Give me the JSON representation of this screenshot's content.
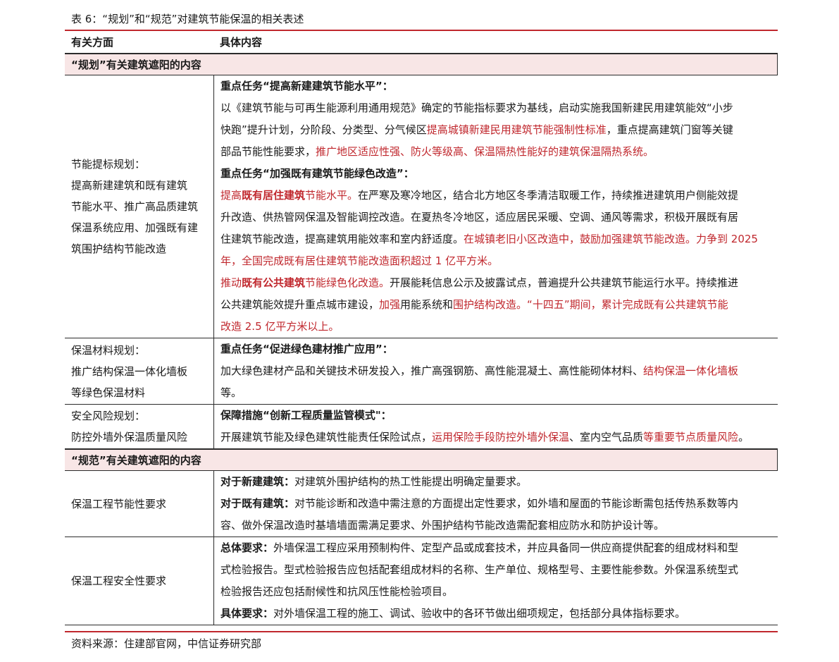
{
  "caption": "表 6：“规划”和“规范”对建筑节能保温的相关表述",
  "header": {
    "col1": "有关方面",
    "col2": "具体内容"
  },
  "sections": [
    {
      "title": "“规划”有关建筑遮阳的内容",
      "rows": [
        {
          "aspect": "节能提标规划：\n提高新建建筑和既有建筑\n节能水平、推广高品质建筑\n保温系统应用、加强既有建\n筑围护结构节能改造",
          "lines": [
            [
              {
                "t": "重点任务“提高新建建筑节能水平”：",
                "s": "b"
              }
            ],
            [
              {
                "t": "以《建筑节能与可再生能源利用通用规范》确定的节能指标要求为基线，启动实施我国新建民用建筑能效“小步",
                "s": ""
              }
            ],
            [
              {
                "t": "快跑”提升计划，分阶段、分类型、分气候区",
                "s": ""
              },
              {
                "t": "提高城镇新建民用建筑节能强制性标准",
                "s": "red"
              },
              {
                "t": "，重点提高建筑门窗等关键",
                "s": ""
              }
            ],
            [
              {
                "t": "部品节能性能要求，",
                "s": ""
              },
              {
                "t": "推广地区适应性强、防火等级高、保温隔热性能好的建筑保温隔热系统。",
                "s": "red"
              }
            ],
            [
              {
                "t": "重点任务“加强既有建筑节能绿色改造”：",
                "s": "b"
              }
            ],
            [
              {
                "t": "提高",
                "s": "red"
              },
              {
                "t": "既有居住建筑",
                "s": "b red"
              },
              {
                "t": "节能水平。",
                "s": "red"
              },
              {
                "t": "在严寒及寒冷地区，结合北方地区冬季清洁取暖工作，持续推进建筑用户侧能效提",
                "s": ""
              }
            ],
            [
              {
                "t": "升改造、供热管网保温及智能调控改造。在夏热冬冷地区，适应居民采暖、空调、通风等需求，积极开展既有居",
                "s": ""
              }
            ],
            [
              {
                "t": "住建筑节能改造，提高建筑用能效率和室内舒适度。",
                "s": ""
              },
              {
                "t": "在城镇老旧小区改造中，鼓励加强建筑节能改造。力争到 2025",
                "s": "red"
              }
            ],
            [
              {
                "t": "年，全国完成既有居住建筑节能改造面积超过 1 亿平方米。",
                "s": "red"
              }
            ],
            [
              {
                "t": "推动",
                "s": "red"
              },
              {
                "t": "既有公共建筑",
                "s": "b red"
              },
              {
                "t": "节能绿色化改造。",
                "s": "red"
              },
              {
                "t": "开展能耗信息公示及披露试点，普遍提升公共建筑节能运行水平。持续推进",
                "s": ""
              }
            ],
            [
              {
                "t": "公共建筑能效提升重点城市建设，",
                "s": ""
              },
              {
                "t": "加强",
                "s": "red"
              },
              {
                "t": "用能系统和",
                "s": ""
              },
              {
                "t": "围护结构改造。“十四五”期间，累计完成既有公共建筑节能",
                "s": "red"
              }
            ],
            [
              {
                "t": "改造 2.5 亿平方米以上。",
                "s": "red"
              }
            ]
          ]
        },
        {
          "aspect": "保温材料规划：\n推广结构保温一体化墙板\n等绿色保温材料",
          "lines": [
            [
              {
                "t": "重点任务“促进绿色建材推广应用”：",
                "s": "b"
              }
            ],
            [
              {
                "t": "加大绿色建材产品和关键技术研发投入，推广高强钢筋、高性能混凝土、高性能砌体材料、",
                "s": ""
              },
              {
                "t": "结构保温一体化墙板",
                "s": "red"
              }
            ],
            [
              {
                "t": "等。",
                "s": ""
              }
            ]
          ]
        },
        {
          "aspect": "安全风险规划：\n防控外墙外保温质量风险",
          "lines": [
            [
              {
                "t": "保障措施“创新工程质量监管模式\"：",
                "s": "b"
              }
            ],
            [
              {
                "t": "开展建筑节能及绿色建筑性能责任保险试点，",
                "s": ""
              },
              {
                "t": "运用保险手段防控外墙外保温",
                "s": "red"
              },
              {
                "t": "、室内空气品质",
                "s": ""
              },
              {
                "t": "等重要节点质量风险",
                "s": "red"
              },
              {
                "t": "。",
                "s": ""
              }
            ]
          ]
        }
      ]
    },
    {
      "title": "“规范”有关建筑遮阳的内容",
      "rows": [
        {
          "aspect": "保温工程节能性要求",
          "lines": [
            [
              {
                "t": "对于新建建筑：",
                "s": "b"
              },
              {
                "t": "对建筑外围护结构的热工性能提出明确定量要求。",
                "s": ""
              }
            ],
            [
              {
                "t": "对于既有建筑：",
                "s": "b"
              },
              {
                "t": "对节能诊断和改造中需注意的方面提出定性要求，如外墙和屋面的节能诊断需包括传热系数等内",
                "s": ""
              }
            ],
            [
              {
                "t": "容、做外保温改造时基墙墙面需满足要求、外围护结构节能改造需配套相应防水和防护设计等。",
                "s": ""
              }
            ]
          ]
        },
        {
          "aspect": "保温工程安全性要求",
          "lines": [
            [
              {
                "t": "总体要求：",
                "s": "b"
              },
              {
                "t": "外墙保温工程应采用预制构件、定型产品或成套技术，并应具备同一供应商提供配套的组成材料和型",
                "s": ""
              }
            ],
            [
              {
                "t": "式检验报告。型式检验报告应包括配套组成材料的名称、生产单位、规格型号、主要性能参数。外保温系统型式",
                "s": ""
              }
            ],
            [
              {
                "t": "检验报告还应包括耐候性和抗风压性能检验项目。",
                "s": ""
              }
            ],
            [
              {
                "t": "具体要求：",
                "s": "b"
              },
              {
                "t": "对外墙保温工程的施工、调试、验收中的各环节做出细项规定，包括部分具体指标要求。",
                "s": ""
              }
            ]
          ]
        }
      ]
    }
  ],
  "source": "资料来源：住建部官网，中信证券研究部",
  "colors": {
    "accent": "#c0272d",
    "section_bg": "#f8e6e6"
  }
}
